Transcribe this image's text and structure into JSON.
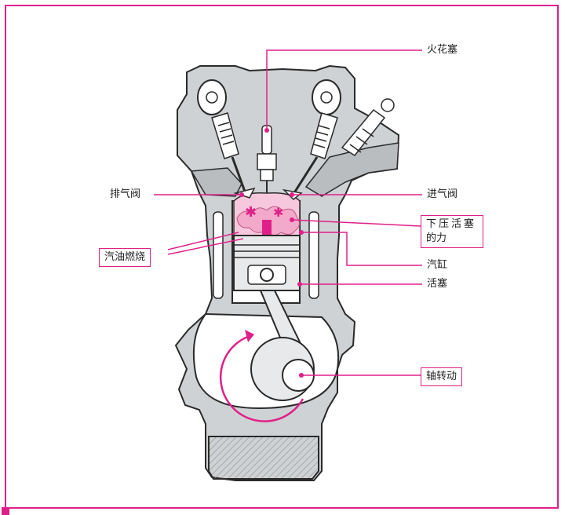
{
  "labels": {
    "spark_plug": "火花塞",
    "exhaust_valve": "排气阀",
    "intake_valve": "进气阀",
    "force_line1": "下压活塞",
    "force_line2": "的力",
    "combustion": "汽油燃烧",
    "cylinder": "汽缸",
    "piston": "活塞",
    "shaft_rotation": "轴转动"
  },
  "colors": {
    "accent": "#e0208a",
    "chamber_fill": "#f7c8dd",
    "outline": "#2a2a2a",
    "casting_gray": "#cfd2d4",
    "oil_hatch": "#9a9a9a"
  }
}
